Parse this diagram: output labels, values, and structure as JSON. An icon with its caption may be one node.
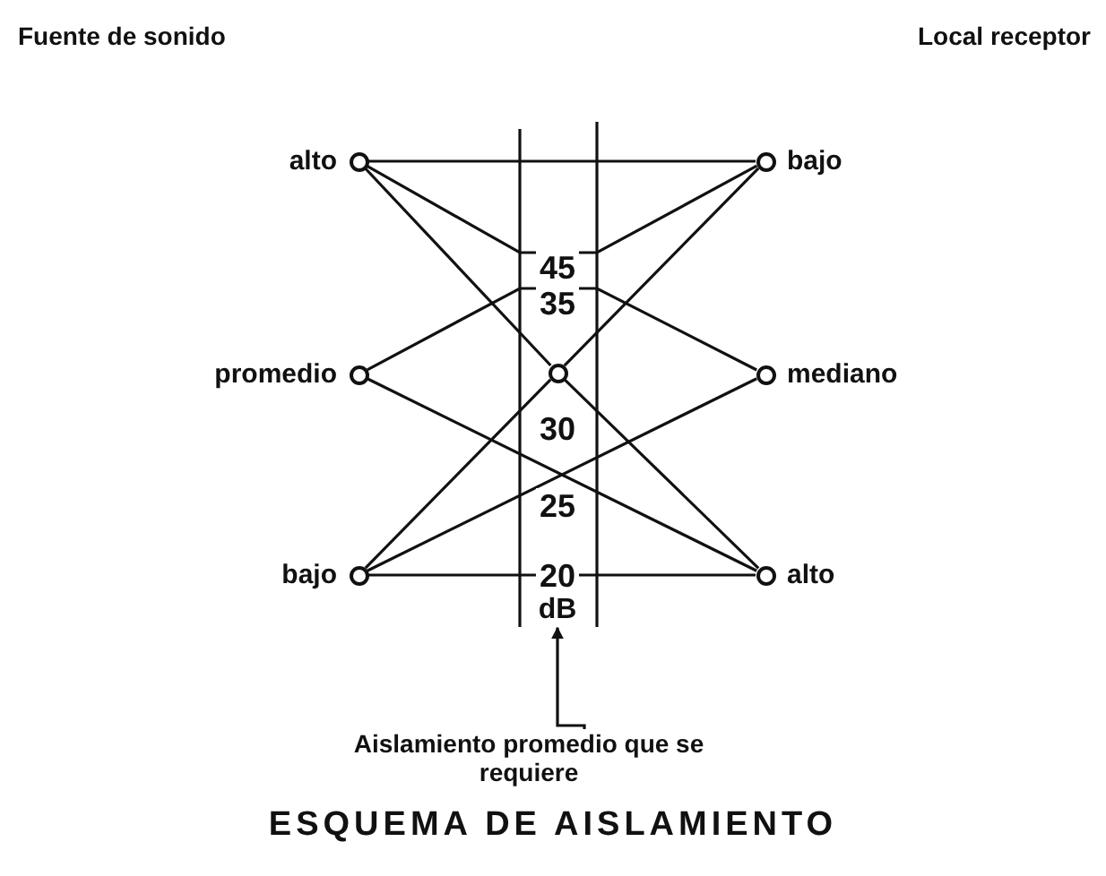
{
  "diagram": {
    "caption": "ESQUEMA DE AISLAMIENTO",
    "nodes": [
      {
        "text": [],
        "shape": "circle",
        "beside": [
          "alto"
        ]
      },
      {
        "text": [],
        "shape": "circle",
        "beside": [
          "promedio"
        ]
      },
      {
        "text": [],
        "shape": "circle",
        "beside": [
          "bajo"
        ]
      },
      {
        "text": [],
        "shape": "circle"
      },
      {
        "text": [],
        "shape": "circle",
        "beside": [
          "bajo"
        ]
      },
      {
        "text": [],
        "shape": "circle",
        "beside": [
          "mediano"
        ]
      },
      {
        "text": [],
        "shape": "circle",
        "beside": [
          "alto"
        ]
      },
      {
        "text": [
          "dB"
        ]
      },
      {
        "text": [
          "Aislamiento promedio que se requiere"
        ]
      }
    ],
    "edges": [
      {
        "from": 0,
        "to": 4,
        "arrow": "none"
      },
      {
        "from": 0,
        "to": 4,
        "arrow": "none"
      },
      {
        "from": 1,
        "to": 5,
        "arrow": "none"
      },
      {
        "from": 2,
        "to": 6,
        "arrow": "none"
      },
      {
        "from": 0,
        "to": 3,
        "arrow": "none"
      },
      {
        "from": 3,
        "to": 6,
        "arrow": "none"
      },
      {
        "from": 2,
        "to": 3,
        "arrow": "none"
      },
      {
        "from": 3,
        "to": 4,
        "arrow": "none"
      },
      {
        "from": 1,
        "to": 6,
        "arrow": "none"
      },
      {
        "from": 2,
        "to": 5,
        "arrow": "none"
      },
      {
        "from": 8,
        "to": 7,
        "arrow": "to"
      }
    ],
    "labels": [
      "Fuente de sonido",
      "Local receptor",
      "45",
      "35",
      "30",
      "25",
      "20"
    ]
  }
}
